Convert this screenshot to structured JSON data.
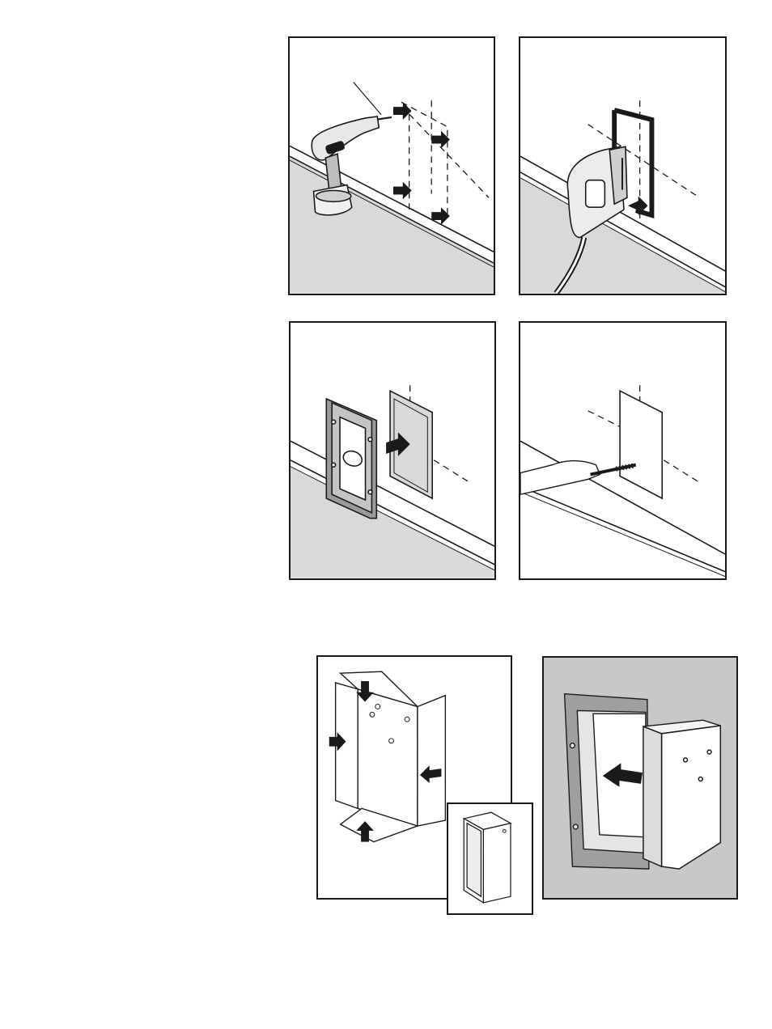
{
  "page": {
    "title": ""
  },
  "panels": [
    {
      "id": "step-drill-pilot-holes",
      "depicts": "drill"
    },
    {
      "id": "step-cut-opening",
      "depicts": "jigsaw"
    },
    {
      "id": "step-fit-frame",
      "depicts": "door-frame"
    },
    {
      "id": "step-clean-edges",
      "depicts": "hand-file"
    },
    {
      "id": "step-fold-tunnel",
      "depicts": "tunnel-liner"
    },
    {
      "id": "step-insert-tunnel",
      "depicts": "tunnel-insert"
    }
  ],
  "inset": {
    "depicts": "assembled-tunnel"
  },
  "colors": {
    "ink": "#1a1a1a",
    "floor": "#d9d9d9",
    "panel_bg": "#c8c8c8",
    "white": "#ffffff"
  }
}
